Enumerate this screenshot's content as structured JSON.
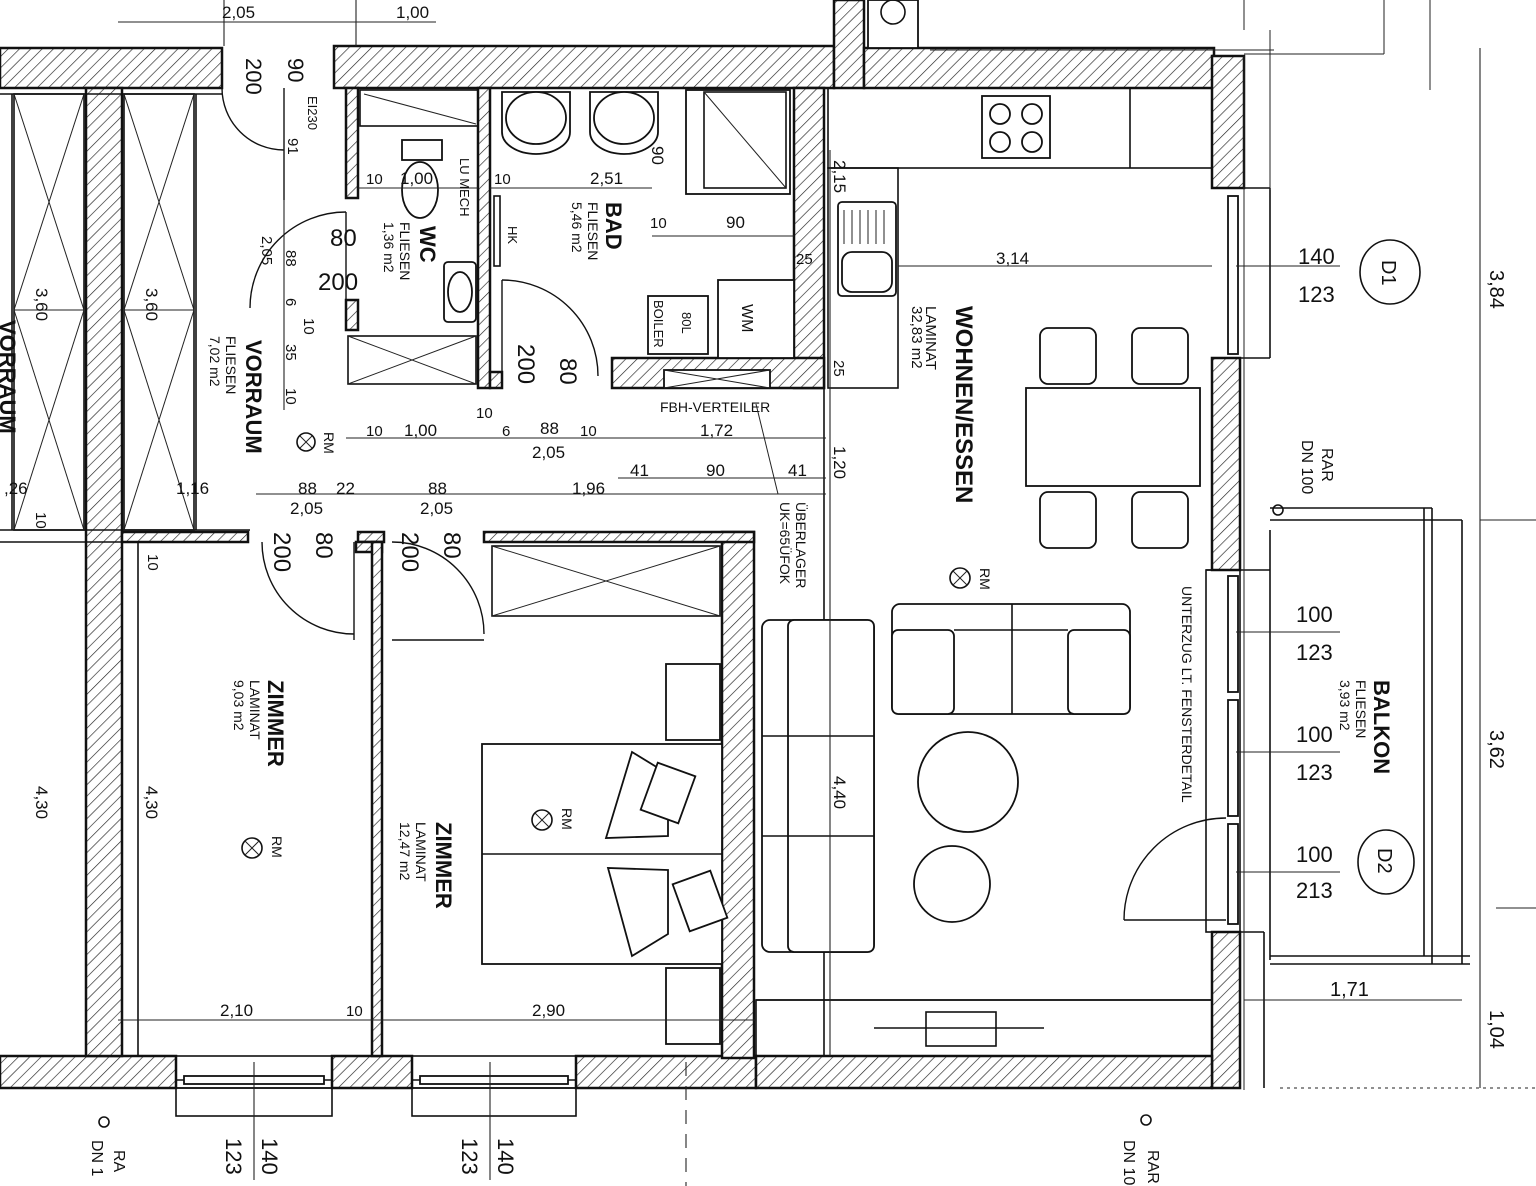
{
  "rooms": {
    "wohnen": {
      "name": "WOHNEN/ESSEN",
      "floor": "LAMINAT",
      "area": "32,83 m2"
    },
    "bad": {
      "name": "BAD",
      "floor": "FLIESEN",
      "area": "5,46 m2"
    },
    "wc": {
      "name": "WC",
      "floor": "FLIESEN",
      "area": "1,36 m2"
    },
    "vorraum": {
      "name": "VORRAUM",
      "floor": "FLIESEN",
      "area": "7,02 m2"
    },
    "vorraum_left": {
      "name": "VORRAUM"
    },
    "zimmer1": {
      "name": "ZIMMER",
      "floor": "LAMINAT",
      "area": "9,03 m2"
    },
    "zimmer2": {
      "name": "ZIMMER",
      "floor": "LAMINAT",
      "area": "12,47 m2"
    },
    "balkon": {
      "name": "BALKON",
      "floor": "FLIESEN",
      "area": "3,93 m2"
    }
  },
  "labels": {
    "rm": "RM",
    "ei230": "EI230",
    "lu_mech": "LU MECH",
    "hk": "HK",
    "boiler": "BOILER",
    "boiler_size": "80L",
    "wm": "WM",
    "fbh": "FBH-VERTEILER",
    "ueberlager": "ÜBERLAGER",
    "uk": "UK=65ÜFOK",
    "unterzug": "UNTERZUG LT. FENSTERDETAIL",
    "rar": "RAR",
    "dn100": "DN 100",
    "rar_bottom_left": "RA",
    "dn_bottom_left": "DN 1",
    "rar_bottom_right": "RAR",
    "dn_bottom_right": "DN 10"
  },
  "markers": {
    "d1": "D1",
    "d2": "D2"
  },
  "dims": {
    "d_205_top": "2,05",
    "d_100_top": "1,00",
    "d_200_door": "200",
    "d_90_door": "90",
    "d_91": "91",
    "d_80_vor": "80",
    "d_200_vor": "200",
    "d_205_v": "2,05",
    "d_88_v": "88",
    "d_6": "6",
    "d_10_v": "10",
    "d_35": "35",
    "d_10_v2": "10",
    "d_10_wc": "10",
    "d_100_wc": "1,00",
    "d_10_bad": "10",
    "d_251": "2,51",
    "d_90_bad": "90",
    "d_10_bad2": "10",
    "d_90_bad2": "90",
    "d_80_bad": "80",
    "d_200_bad": "200",
    "d_10_mid": "10",
    "d_215": "2,15",
    "d_25": "25",
    "d_25b": "25",
    "d_314": "3,14",
    "d_140_d1": "140",
    "d_123_d1": "123",
    "d_384": "3,84",
    "d_10_a": "10",
    "d_100_a": "1,00",
    "d_6_a": "6",
    "d_88_a": "88",
    "d_205_a": "2,05",
    "d_10_a2": "10",
    "d_172": "1,72",
    "d_120": "1,20",
    "d_41a": "41",
    "d_90_a": "90",
    "d_41b": "41",
    "d_196": "1,96",
    "d_026": ",26",
    "d_116": "1,16",
    "d_88_b": "88",
    "d_22": "22",
    "d_205_b": "2,05",
    "d_88_c": "88",
    "d_205_c": "2,05",
    "d_200_z1": "200",
    "d_80_z1": "80",
    "d_200_z2": "200",
    "d_80_z2": "80",
    "d_10_l": "10",
    "d_10_l2": "10",
    "d_360_a": "3,60",
    "d_360_b": "3,60",
    "d_430_a": "4,30",
    "d_430_b": "4,30",
    "d_440": "4,40",
    "d_210": "2,10",
    "d_10_bot": "10",
    "d_290": "2,90",
    "d_100_b1": "100",
    "d_123_b1": "123",
    "d_100_b2": "100",
    "d_123_b2": "123",
    "d_100_d2": "100",
    "d_213_d2": "213",
    "d_362": "3,62",
    "d_171": "1,71",
    "d_104": "1,04",
    "d_123_w1": "123",
    "d_140_w1": "140",
    "d_123_w2": "123",
    "d_140_w2": "140"
  }
}
